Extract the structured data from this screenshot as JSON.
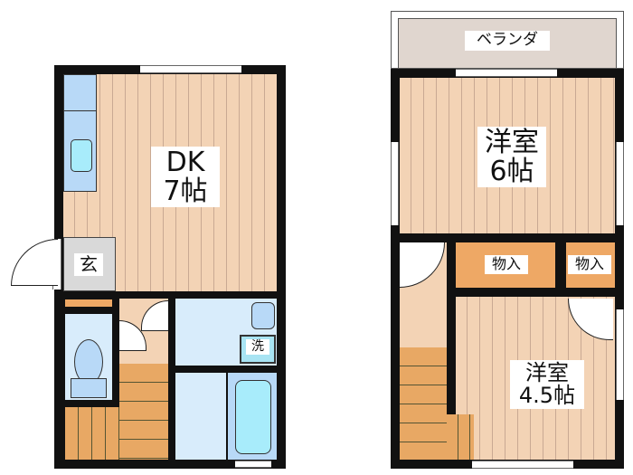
{
  "floor1": {
    "rooms": {
      "dk": {
        "name": "DK",
        "size": "7帖"
      },
      "genkan": {
        "name": "玄"
      },
      "washer": {
        "name": "洗"
      }
    }
  },
  "floor2": {
    "rooms": {
      "veranda": {
        "name": "ベランダ"
      },
      "western6": {
        "name": "洋室",
        "size": "6帖"
      },
      "storage1": {
        "name": "物入"
      },
      "storage2": {
        "name": "物入"
      },
      "western45": {
        "name": "洋室",
        "size": "4.5帖"
      }
    }
  },
  "colors": {
    "wall": "#111111",
    "floor": "#f3d3b5",
    "water": "#d8ecfb",
    "fixture": "#a8e4f3",
    "storage": "#eea865",
    "stairs": "#e8a864",
    "genkan": "#d9d9d9",
    "veranda": "#e0d6cf"
  }
}
